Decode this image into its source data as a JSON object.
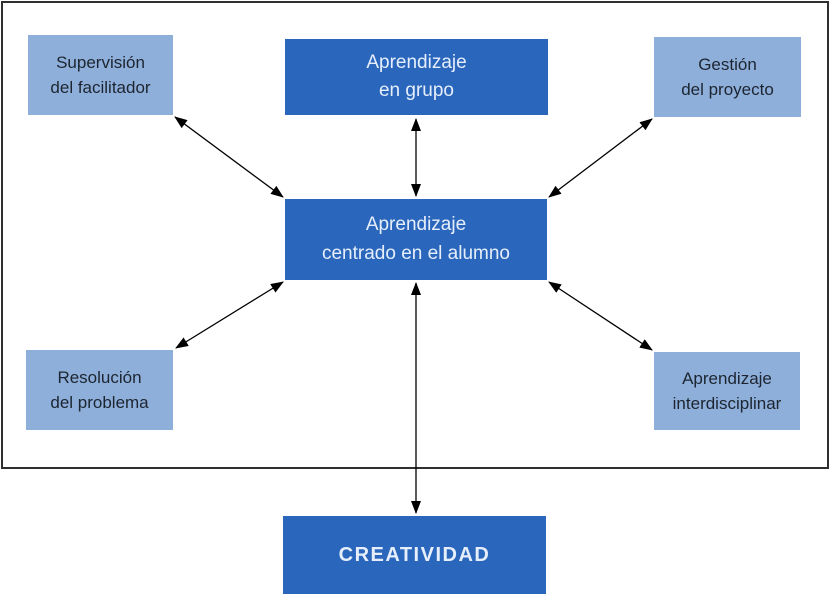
{
  "figure": {
    "type": "concept-diagram",
    "background": "#ffffff",
    "frame_color": "#2f2f2f",
    "arrow_color": "#000000",
    "palette": {
      "dark_blue": "#2a67bc",
      "light_blue": "#8fafdb",
      "dark_text": "#1c2530",
      "light_text": "#e6eefb"
    },
    "center_node": {
      "id": "aprendizaje-centrado",
      "label": "Aprendizaje\ncentrado en el alumno",
      "variant": "dark"
    },
    "satellite_nodes": [
      {
        "id": "supervision-facilitador",
        "label": "Supervisión\ndel facilitador",
        "variant": "light"
      },
      {
        "id": "aprendizaje-grupo",
        "label": "Aprendizaje\nen grupo",
        "variant": "dark"
      },
      {
        "id": "gestion-proyecto",
        "label": "Gestión\ndel proyecto",
        "variant": "light"
      },
      {
        "id": "resolucion-problema",
        "label": "Resolución\ndel problema",
        "variant": "light"
      },
      {
        "id": "aprendizaje-interdisciplinar",
        "label": "Aprendizaje\ninterdisciplinar",
        "variant": "light"
      },
      {
        "id": "creatividad",
        "label": "CREATIVIDAD",
        "variant": "dark"
      }
    ],
    "connections": [
      {
        "from": "supervision-facilitador",
        "to": "aprendizaje-centrado",
        "bidirectional": true
      },
      {
        "from": "aprendizaje-grupo",
        "to": "aprendizaje-centrado",
        "bidirectional": true
      },
      {
        "from": "gestion-proyecto",
        "to": "aprendizaje-centrado",
        "bidirectional": true
      },
      {
        "from": "resolucion-problema",
        "to": "aprendizaje-centrado",
        "bidirectional": true
      },
      {
        "from": "aprendizaje-interdisciplinar",
        "to": "aprendizaje-centrado",
        "bidirectional": true
      },
      {
        "from": "creatividad",
        "to": "aprendizaje-centrado",
        "bidirectional": true
      }
    ]
  }
}
